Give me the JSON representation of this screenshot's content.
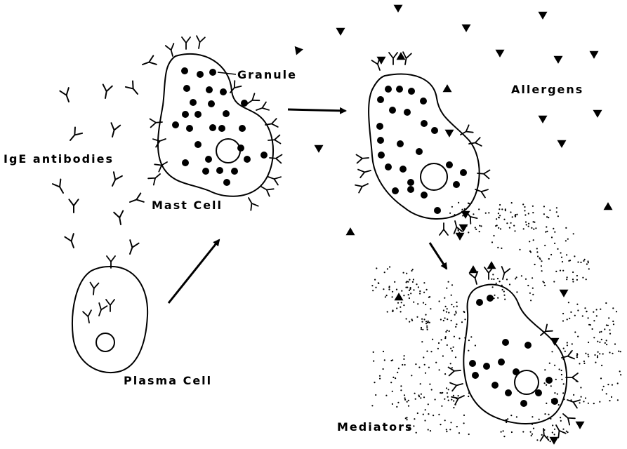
{
  "labels": {
    "granule": "Granule",
    "ige_antibodies": "IgE antibodies",
    "mast_cell": "Mast Cell",
    "plasma_cell": "Plasma Cell",
    "allergens": "Allergens",
    "mediators": "Mediators"
  },
  "colors": {
    "ink": "#000000",
    "background": "#ffffff"
  }
}
